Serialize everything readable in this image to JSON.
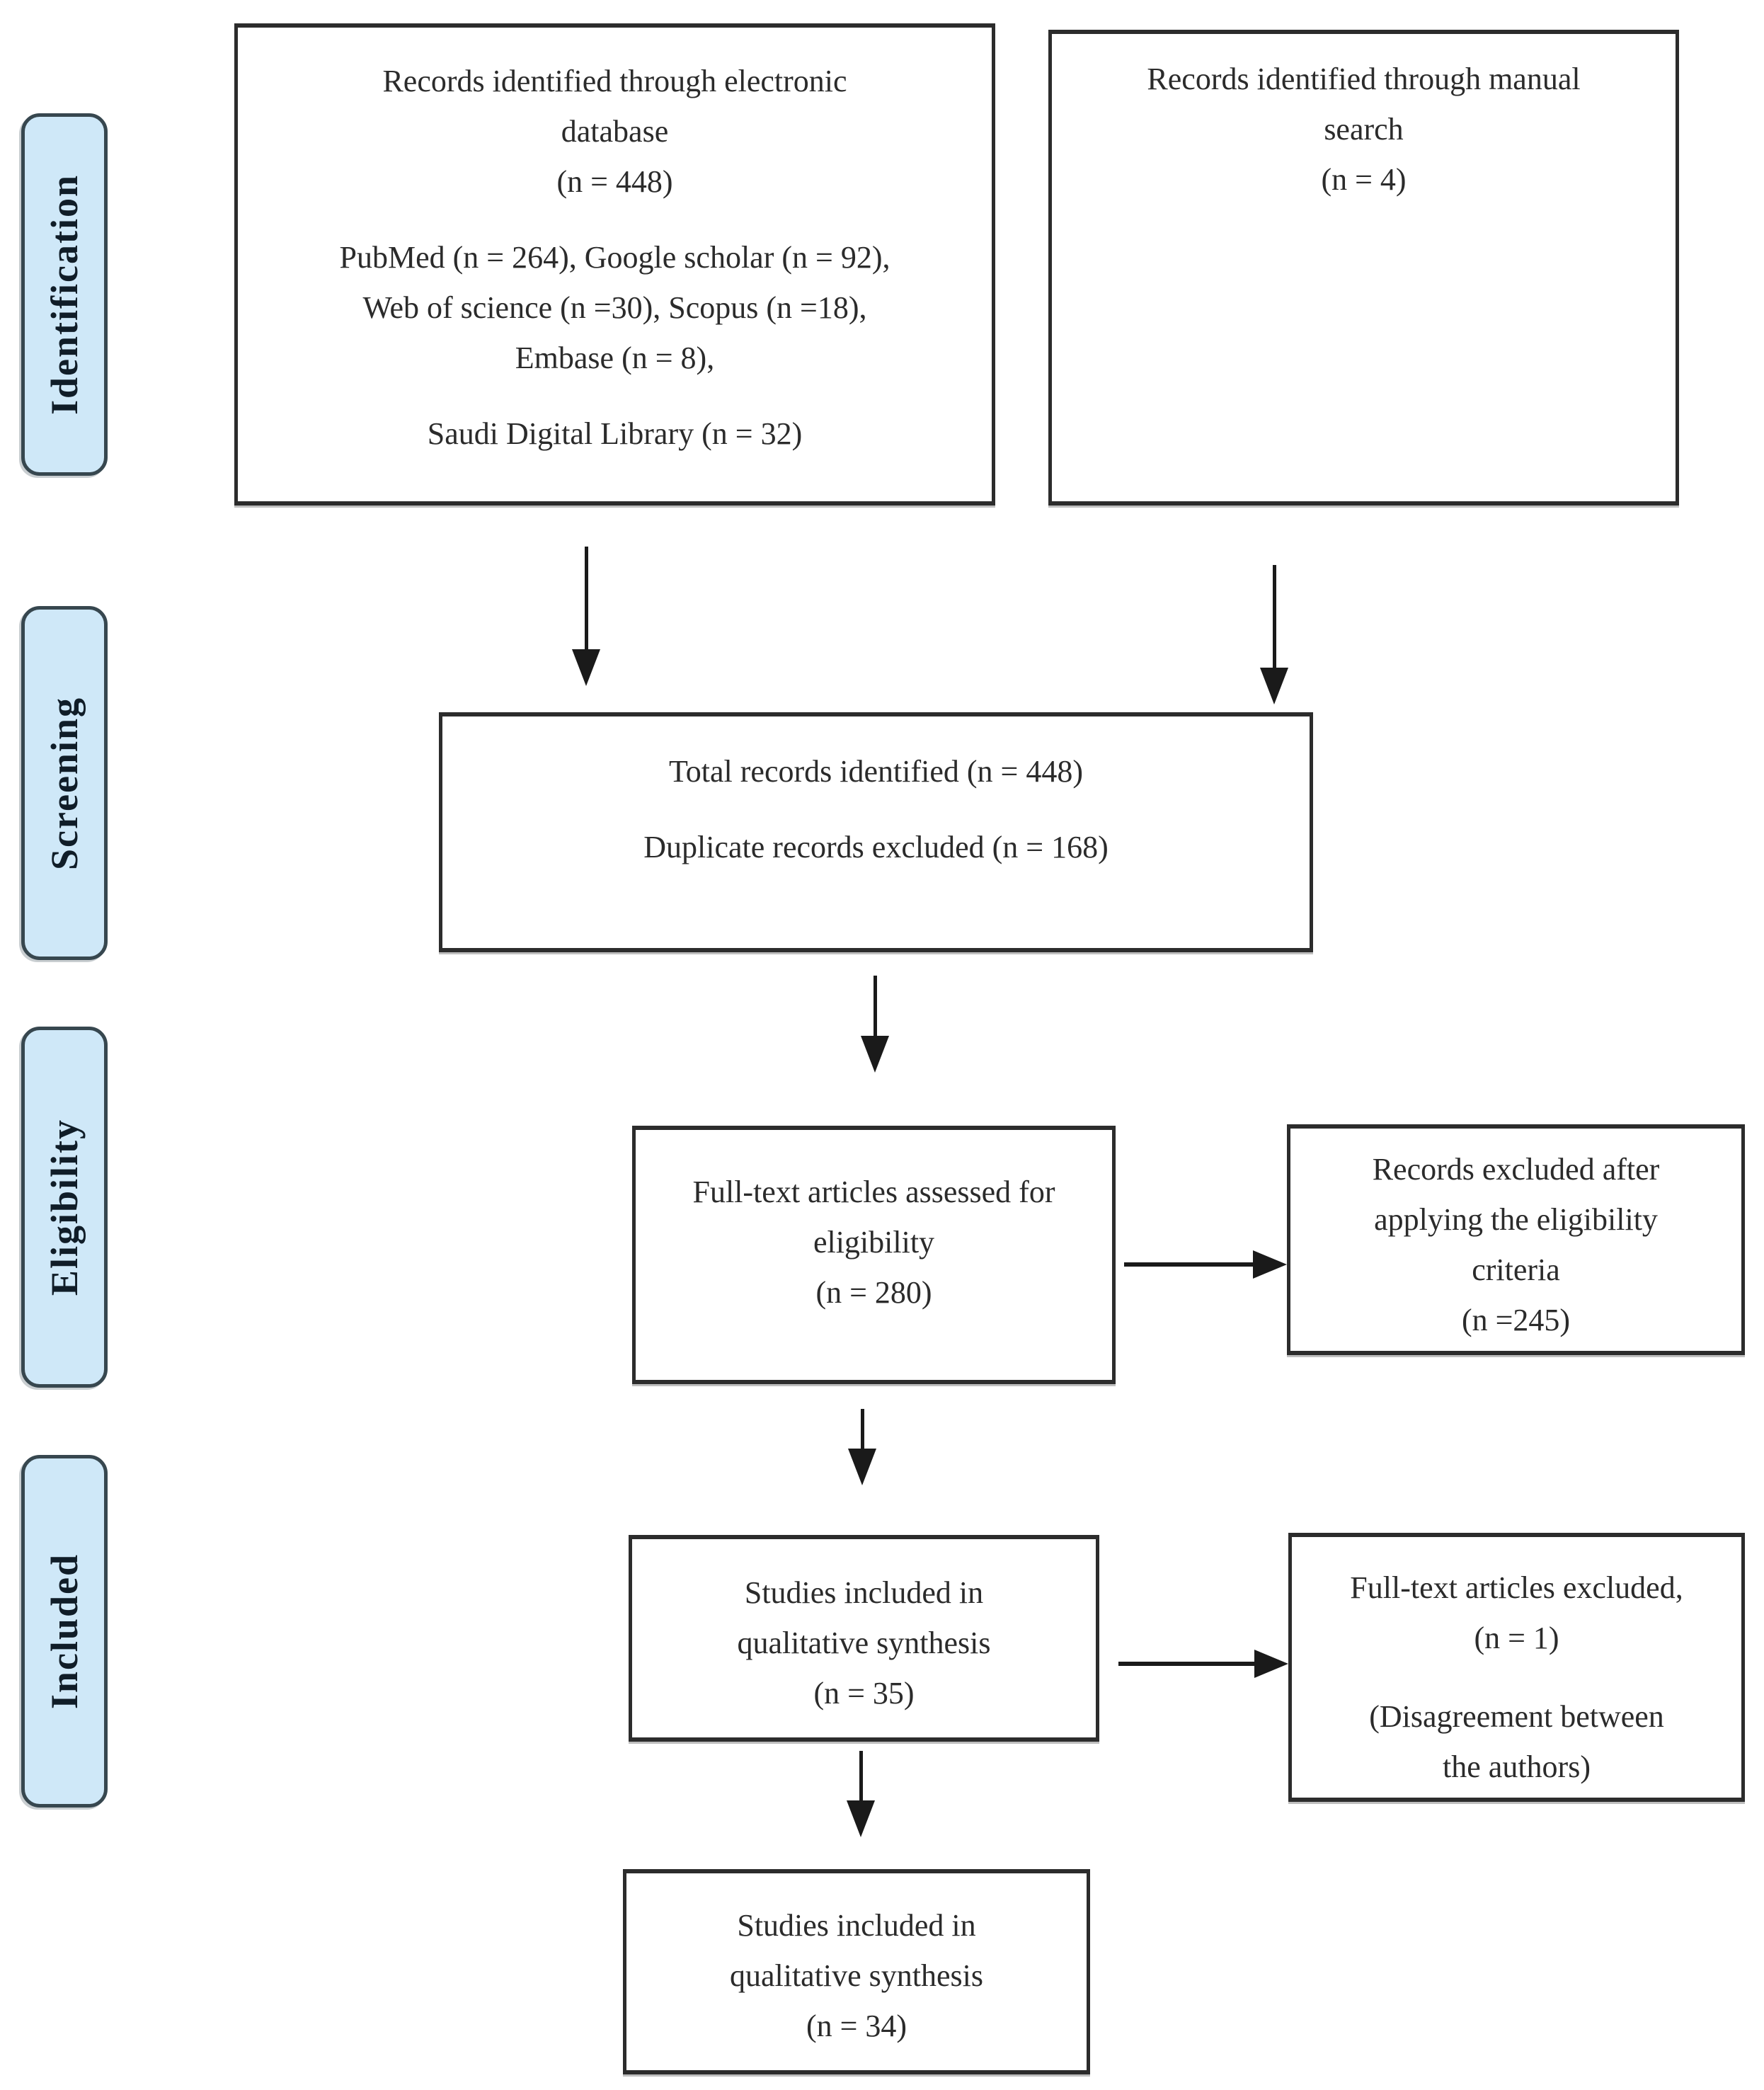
{
  "colors": {
    "stage_fill": "#cfe8f8",
    "stage_border": "#37474f",
    "box_border": "#2c2c2c",
    "arrow": "#1a1a1a",
    "text": "#2b2b2b"
  },
  "sidebar": {
    "labels": [
      "Identification",
      "Screening",
      "Eligibility",
      "Included"
    ]
  },
  "boxes": {
    "electronic_db": {
      "group1": [
        "Records identified through electronic",
        "database",
        "(n = 448)"
      ],
      "group2": [
        "PubMed (n = 264), Google scholar (n = 92),",
        "Web of science (n =30), Scopus (n =18),",
        "Embase (n = 8),"
      ],
      "group3": [
        "Saudi Digital Library (n = 32)"
      ]
    },
    "manual_search": {
      "lines": [
        "Records identified through manual",
        "search",
        "(n = 4)"
      ]
    },
    "screening_total": {
      "line1": "Total records identified (n = 448)",
      "line2": "Duplicate records excluded (n = 168)"
    },
    "fulltext_assessed": {
      "lines": [
        "Full-text articles assessed for",
        "eligibility",
        "(n = 280)"
      ]
    },
    "records_excluded": {
      "lines": [
        "Records excluded after",
        "applying the eligibility",
        "criteria",
        "(n =245)"
      ]
    },
    "qualitative_35": {
      "lines": [
        "Studies included in",
        "qualitative synthesis",
        "(n = 35)"
      ]
    },
    "fulltext_excluded": {
      "group1": [
        "Full-text articles excluded,",
        "(n = 1)"
      ],
      "group2": [
        "(Disagreement between",
        "the authors)"
      ]
    },
    "qualitative_34": {
      "lines": [
        "Studies included in",
        "qualitative synthesis",
        "(n = 34)"
      ]
    }
  }
}
